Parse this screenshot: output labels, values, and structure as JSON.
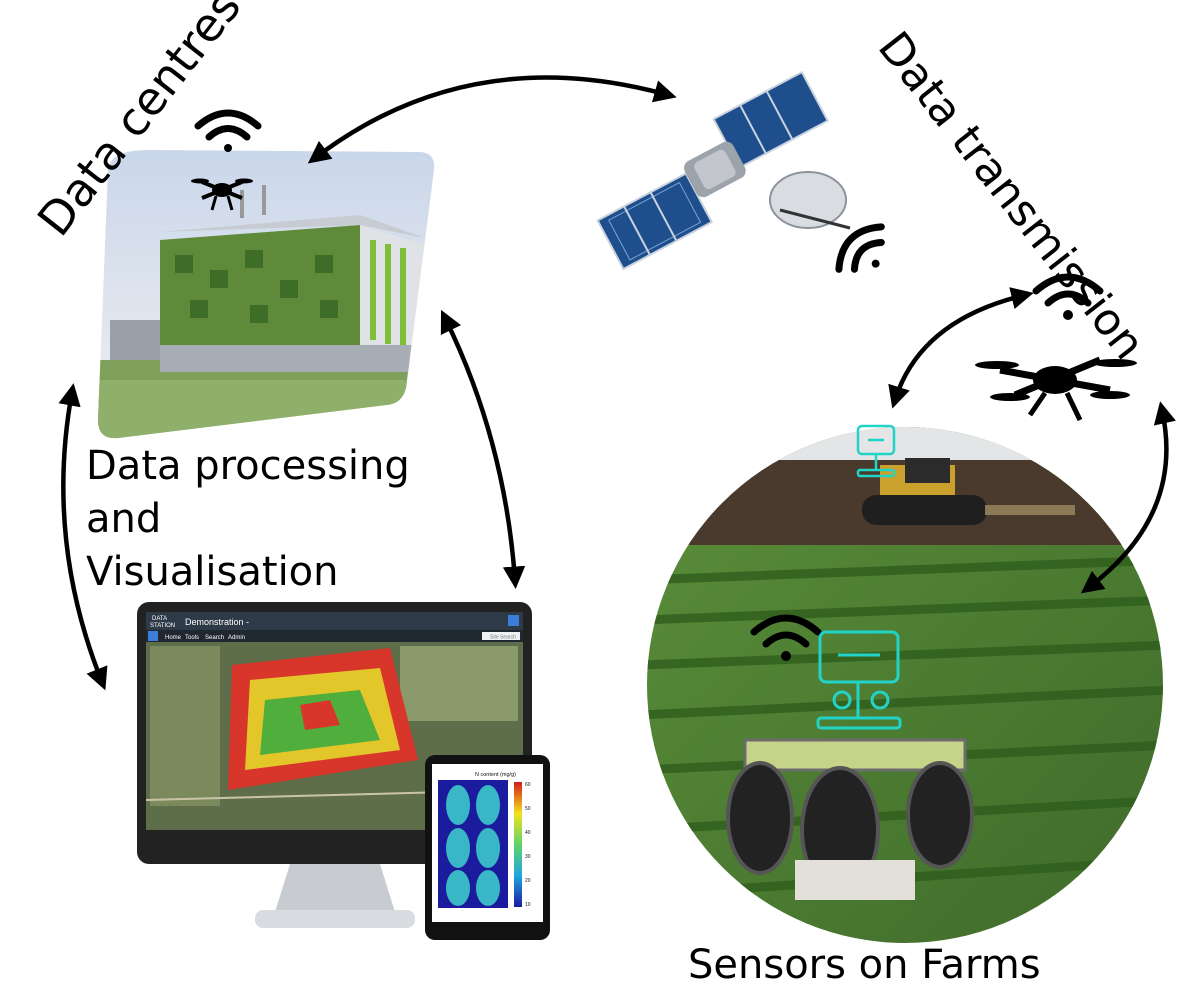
{
  "labels": {
    "data_centres": "Data centres",
    "data_transmission": "Data transmission",
    "data_processing": "Data processing\nand\nVisualisation",
    "sensors_on_farms": "Sensors on Farms"
  },
  "monitor_screen": {
    "logo_line1": "DATA",
    "logo_line2": "STATION",
    "project": "Demonstration -",
    "nav_home": "Home",
    "nav_tools": "Tools",
    "nav_search": "Search",
    "nav_admin": "Admin",
    "search_placeholder": "Site Search"
  },
  "tablet_screen": {
    "colorbar_title": "N content (mg/g)",
    "colorbar_ticks": [
      "60",
      "50",
      "40",
      "30",
      "20",
      "10"
    ]
  },
  "colors": {
    "arrow": "#000000",
    "sensor_cyan": "#22d3c8",
    "crop_green": "#3f7a2c",
    "soil_brown": "#4a3a2e",
    "solar_panel": "#1e4f8c"
  }
}
